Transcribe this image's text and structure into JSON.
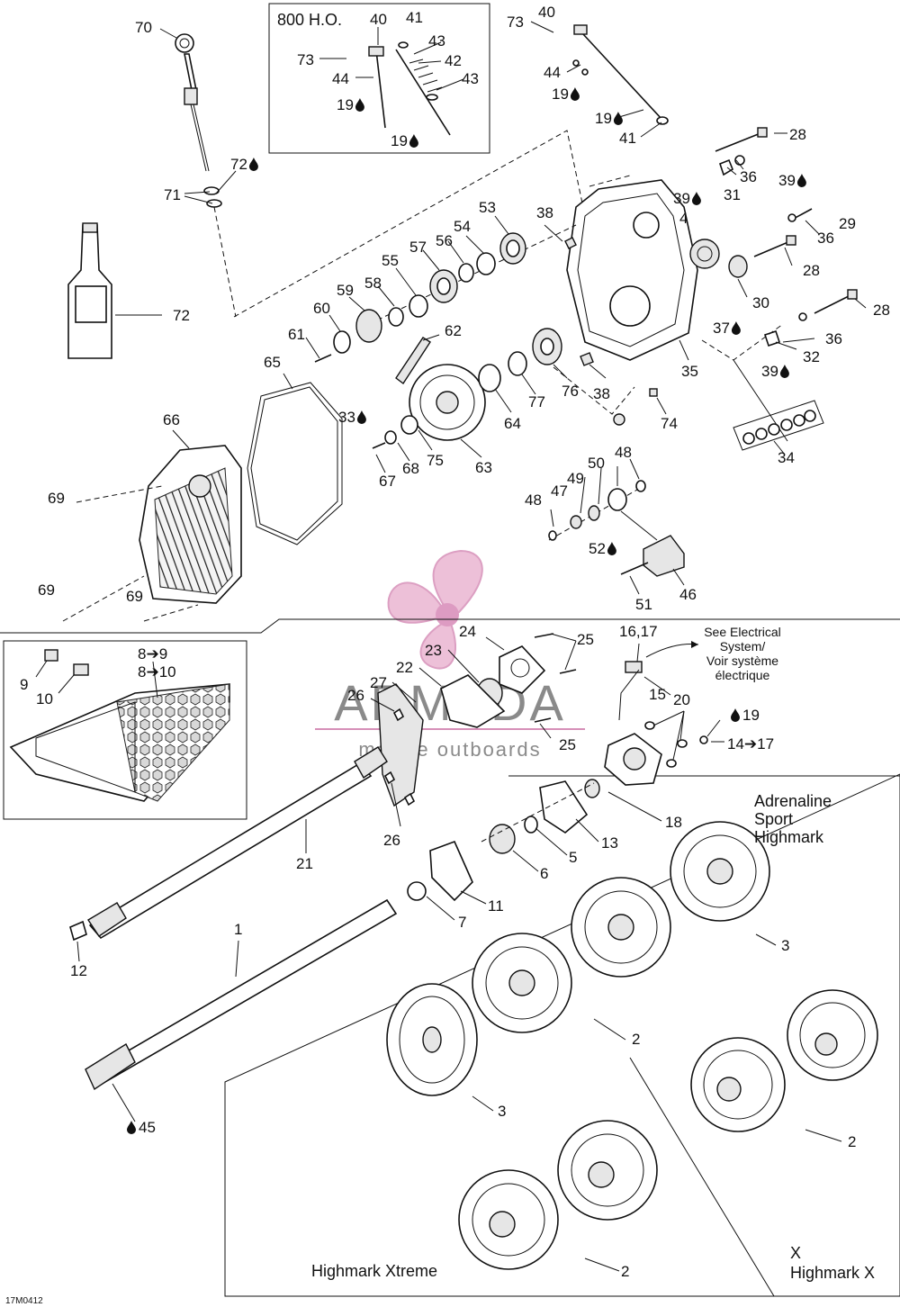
{
  "diagram": {
    "reference_code": "17M0412",
    "watermark": {
      "brand": "ARMADA",
      "tagline": "marine outboards"
    },
    "inset_titles": {
      "ho_800": "800 H.O.",
      "adrenaline": [
        "Adrenaline",
        "Sport",
        "Highmark"
      ],
      "xtreme": "Highmark Xtreme",
      "x_highmark": [
        "X",
        "Highmark X"
      ]
    },
    "electrical_note": [
      "See Electrical",
      "System/",
      "Voir système",
      "électrique"
    ],
    "oil_drop_color": "#111111",
    "watermark_color": "#e8a6c8",
    "labels": [
      {
        "id": "70",
        "text": "70"
      },
      {
        "id": "72a",
        "text": "72",
        "oil": true
      },
      {
        "id": "71",
        "text": "71"
      },
      {
        "id": "72b",
        "text": "72"
      },
      {
        "id": "40a",
        "text": "40"
      },
      {
        "id": "41a",
        "text": "41"
      },
      {
        "id": "43a",
        "text": "43"
      },
      {
        "id": "73a",
        "text": "73"
      },
      {
        "id": "42",
        "text": "42"
      },
      {
        "id": "44a",
        "text": "44"
      },
      {
        "id": "43b",
        "text": "43"
      },
      {
        "id": "19a",
        "text": "19",
        "oil": true
      },
      {
        "id": "19b",
        "text": "19",
        "oil": true
      },
      {
        "id": "73b",
        "text": "73"
      },
      {
        "id": "40b",
        "text": "40"
      },
      {
        "id": "44b",
        "text": "44"
      },
      {
        "id": "19c",
        "text": "19",
        "oil": true
      },
      {
        "id": "19d",
        "text": "19",
        "oil": true
      },
      {
        "id": "41b",
        "text": "41"
      },
      {
        "id": "28a",
        "text": "28"
      },
      {
        "id": "36a",
        "text": "36"
      },
      {
        "id": "31",
        "text": "31"
      },
      {
        "id": "39a",
        "text": "39",
        "oil": true
      },
      {
        "id": "39b",
        "text": "39",
        "oil": true
      },
      {
        "id": "29",
        "text": "29"
      },
      {
        "id": "36b",
        "text": "36"
      },
      {
        "id": "4",
        "text": "4"
      },
      {
        "id": "28b",
        "text": "28"
      },
      {
        "id": "30",
        "text": "30"
      },
      {
        "id": "28c",
        "text": "28"
      },
      {
        "id": "37",
        "text": "37",
        "oil": true
      },
      {
        "id": "36c",
        "text": "36"
      },
      {
        "id": "32",
        "text": "32"
      },
      {
        "id": "39c",
        "text": "39",
        "oil": true
      },
      {
        "id": "35",
        "text": "35"
      },
      {
        "id": "74",
        "text": "74"
      },
      {
        "id": "34",
        "text": "34"
      },
      {
        "id": "53",
        "text": "53"
      },
      {
        "id": "38a",
        "text": "38"
      },
      {
        "id": "54",
        "text": "54"
      },
      {
        "id": "56",
        "text": "56"
      },
      {
        "id": "57",
        "text": "57"
      },
      {
        "id": "55",
        "text": "55"
      },
      {
        "id": "58",
        "text": "58"
      },
      {
        "id": "59",
        "text": "59"
      },
      {
        "id": "60",
        "text": "60"
      },
      {
        "id": "61",
        "text": "61"
      },
      {
        "id": "62",
        "text": "62"
      },
      {
        "id": "65",
        "text": "65"
      },
      {
        "id": "76",
        "text": "76"
      },
      {
        "id": "77",
        "text": "77"
      },
      {
        "id": "38b",
        "text": "38"
      },
      {
        "id": "64",
        "text": "64"
      },
      {
        "id": "33",
        "text": "33",
        "oil": true
      },
      {
        "id": "63",
        "text": "63"
      },
      {
        "id": "67",
        "text": "67"
      },
      {
        "id": "68",
        "text": "68"
      },
      {
        "id": "75",
        "text": "75"
      },
      {
        "id": "66",
        "text": "66"
      },
      {
        "id": "69a",
        "text": "69"
      },
      {
        "id": "69b",
        "text": "69"
      },
      {
        "id": "69c",
        "text": "69"
      },
      {
        "id": "48a",
        "text": "48"
      },
      {
        "id": "50",
        "text": "50"
      },
      {
        "id": "49",
        "text": "49"
      },
      {
        "id": "47",
        "text": "47"
      },
      {
        "id": "48b",
        "text": "48"
      },
      {
        "id": "52",
        "text": "52",
        "oil": true
      },
      {
        "id": "46",
        "text": "46"
      },
      {
        "id": "51",
        "text": "51"
      },
      {
        "id": "8-9",
        "text": "8➔9"
      },
      {
        "id": "8-10",
        "text": "8➔10"
      },
      {
        "id": "9",
        "text": "9"
      },
      {
        "id": "10",
        "text": "10"
      },
      {
        "id": "24",
        "text": "24"
      },
      {
        "id": "25a",
        "text": "25"
      },
      {
        "id": "23",
        "text": "23"
      },
      {
        "id": "22",
        "text": "22"
      },
      {
        "id": "27",
        "text": "27"
      },
      {
        "id": "26a",
        "text": "26"
      },
      {
        "id": "25b",
        "text": "25"
      },
      {
        "id": "16-17",
        "text": "16,17"
      },
      {
        "id": "15",
        "text": "15"
      },
      {
        "id": "20",
        "text": "20"
      },
      {
        "id": "19e",
        "text": "19",
        "oil": true,
        "oil_first": true
      },
      {
        "id": "14-17",
        "text": "14➔17"
      },
      {
        "id": "18",
        "text": "18"
      },
      {
        "id": "13",
        "text": "13"
      },
      {
        "id": "5",
        "text": "5"
      },
      {
        "id": "6",
        "text": "6"
      },
      {
        "id": "26b",
        "text": "26"
      },
      {
        "id": "21",
        "text": "21"
      },
      {
        "id": "11",
        "text": "11"
      },
      {
        "id": "7",
        "text": "7"
      },
      {
        "id": "12",
        "text": "12"
      },
      {
        "id": "1",
        "text": "1"
      },
      {
        "id": "3a",
        "text": "3"
      },
      {
        "id": "2a",
        "text": "2"
      },
      {
        "id": "3b",
        "text": "3"
      },
      {
        "id": "45",
        "text": "45",
        "oil": true,
        "oil_first": true
      },
      {
        "id": "2b",
        "text": "2"
      },
      {
        "id": "2c",
        "text": "2"
      }
    ]
  }
}
